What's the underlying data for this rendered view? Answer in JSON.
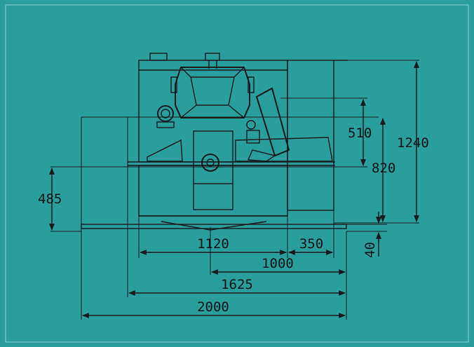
{
  "colors": {
    "background": "#2a9d9e",
    "line": "#1a1a1a",
    "frame": "#8fd0d0"
  },
  "dimensions": {
    "overall_width": "2000",
    "frame_width": "1625",
    "base_width": "1120",
    "offset_width": "1000",
    "side_width": "350",
    "left_height": "485",
    "upper_height": "510",
    "mid_height": "820",
    "total_height": "1240",
    "base_gap": "40"
  }
}
